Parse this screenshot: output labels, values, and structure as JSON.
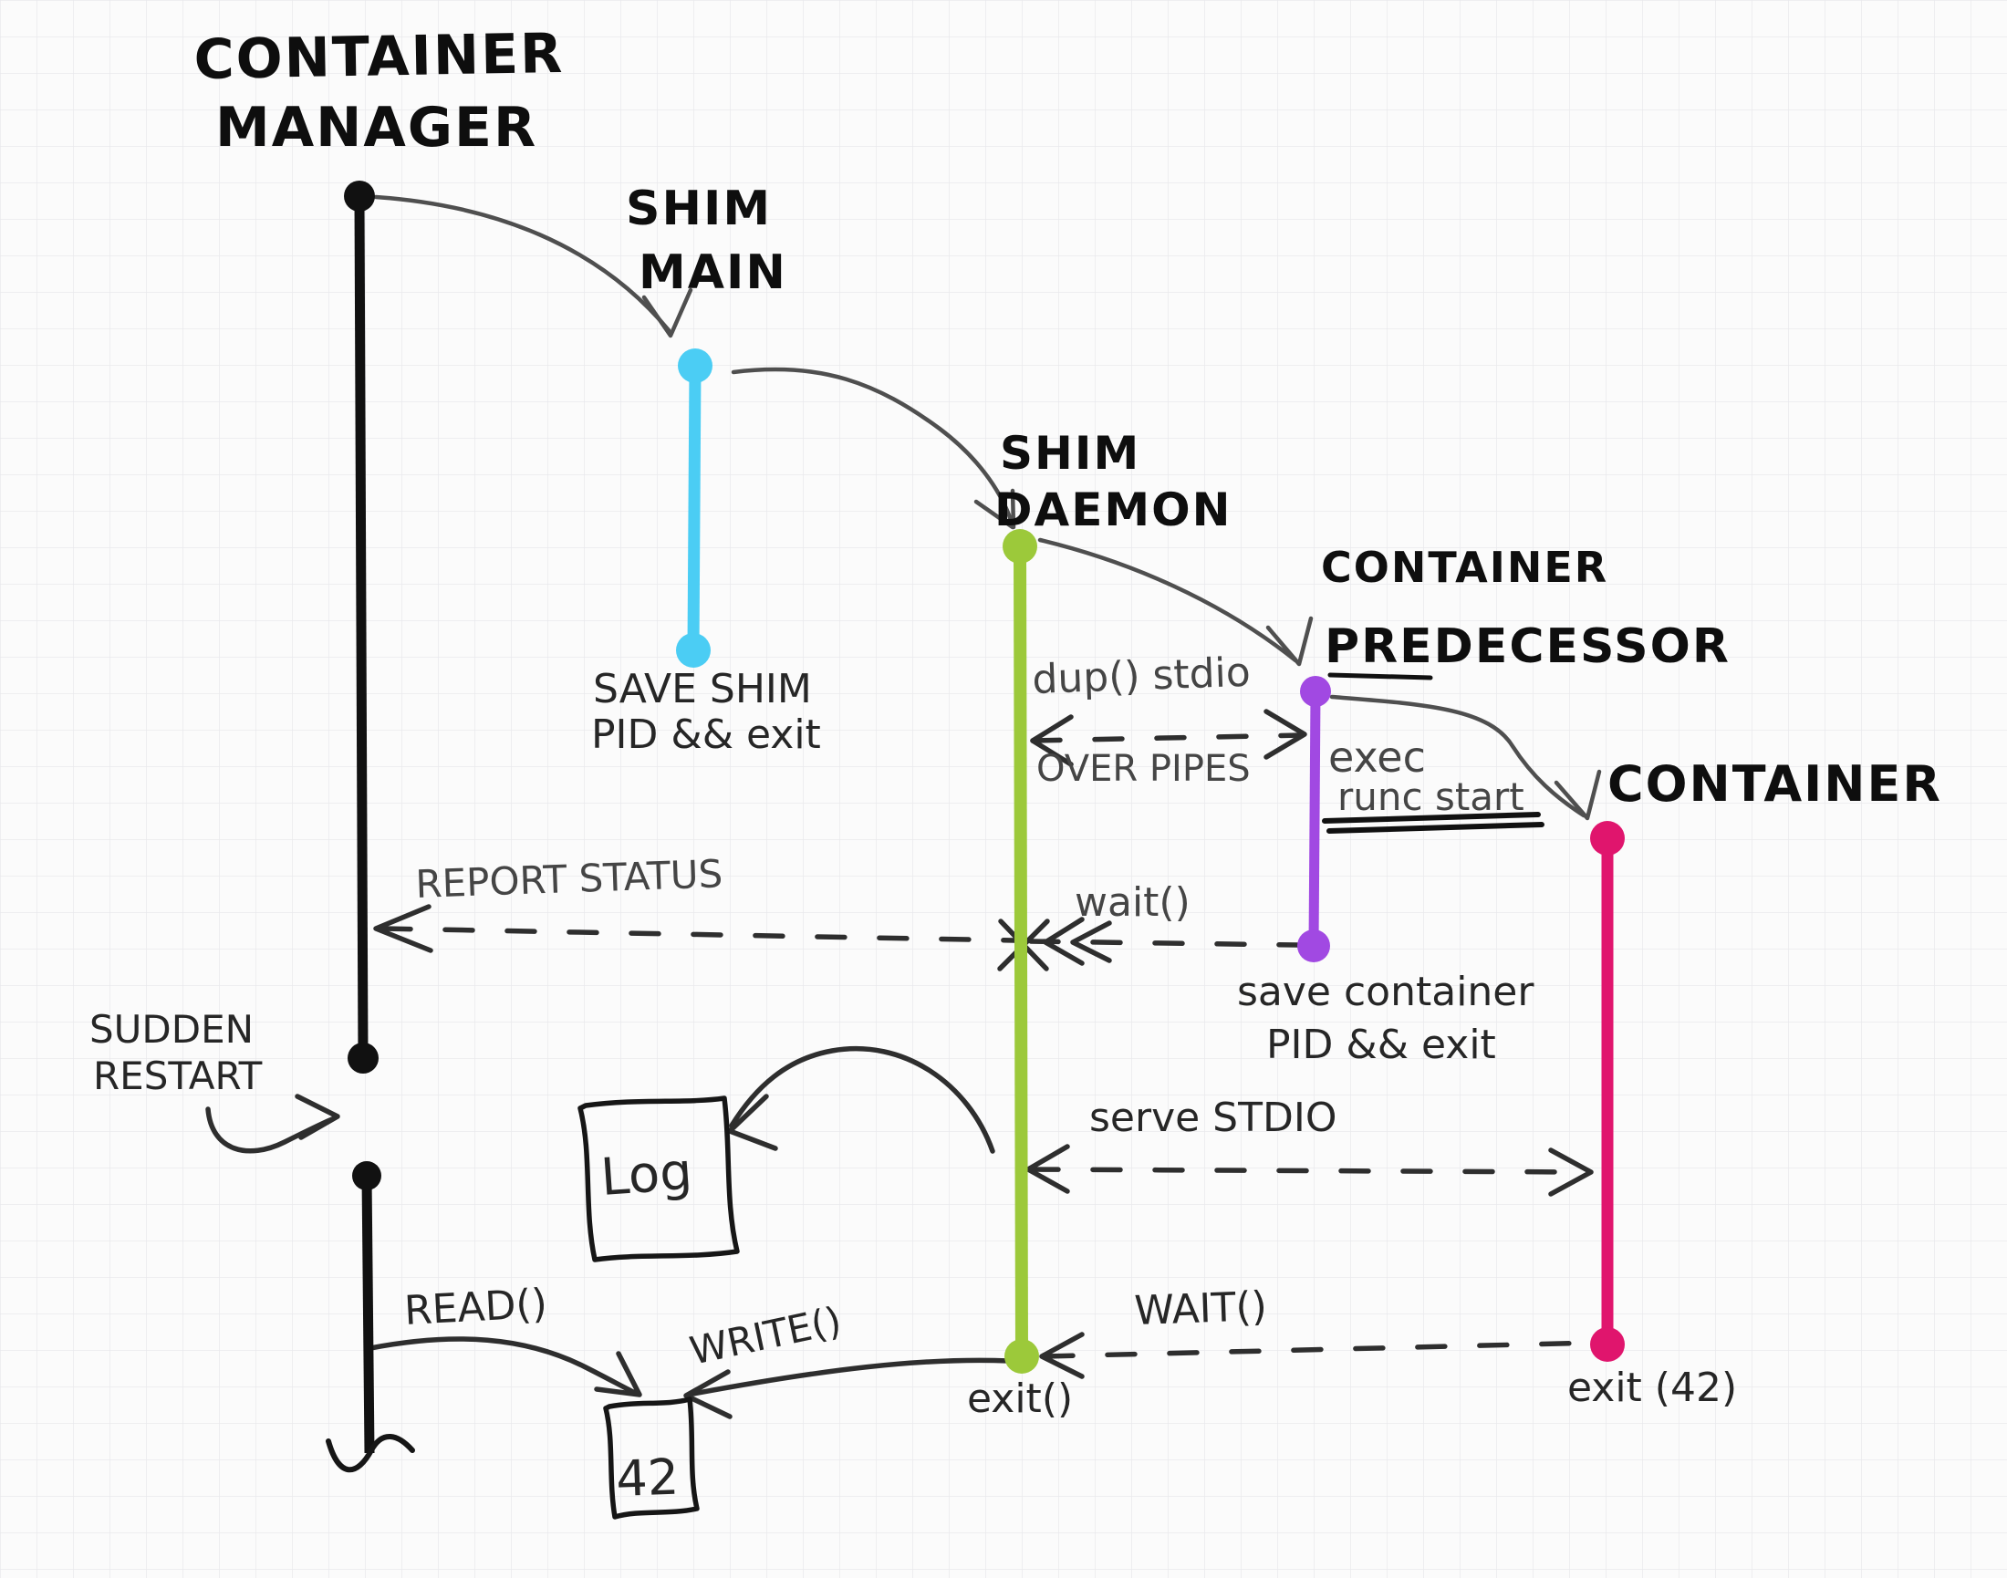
{
  "palette": {
    "manager": "#111111",
    "shim_main": "#4bcdf4",
    "shim_daemon": "#9cc93a",
    "predecessor": "#a149e2",
    "container": "#e0156d",
    "ink": "#262626",
    "pencil": "#4f4f4f",
    "paper": "#fbfbfb",
    "grid": "#e9e9ed"
  },
  "actors": {
    "container_manager": {
      "line1": "CONTAINER",
      "line2": "MANAGER"
    },
    "shim_main": {
      "line1": "SHIM",
      "line2": "MAIN"
    },
    "shim_daemon": {
      "line1": "SHIM",
      "line2": "DAEMON"
    },
    "container_predecessor": {
      "line1": "CONTAINER",
      "line2": "PREDECESSOR"
    },
    "container": {
      "line1": "CONTAINER"
    }
  },
  "notes": {
    "save_shim": {
      "line1": "SAVE SHIM",
      "line2": "PID && exit"
    },
    "save_container": {
      "line1": "save container",
      "line2": "PID && exit"
    },
    "sudden_restart": {
      "line1": "SUDDEN",
      "line2": "RESTART"
    },
    "exec_runc": {
      "line1": "exec",
      "line2": "runc start"
    },
    "log_box": "Log",
    "result_box": "42"
  },
  "messages": {
    "dup_stdio": "dup() stdio",
    "over_pipes": "OVER PIPES",
    "report_status": "REPORT STATUS",
    "wait_shim": "wait()",
    "serve_stdio": "serve STDIO",
    "read_call": "READ()",
    "write_call": "WRITE()",
    "exit_shim": "exit()",
    "wait_container": "WAIT()",
    "exit_container": "exit (42)"
  }
}
